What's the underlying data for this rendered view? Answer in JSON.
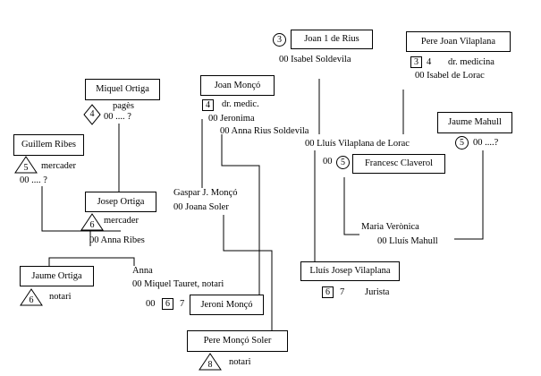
{
  "people": {
    "joan_rius": {
      "marker": "3",
      "name": "Joan 1 de Rius",
      "spouse": "00  Isabel Soldevila"
    },
    "pere_joan_vilaplana": {
      "name": "Pere Joan Vilaplana",
      "marker": "3",
      "marker_extra": "4",
      "note": "dr. medicina",
      "spouse": "00  Isabel de Lorac"
    },
    "joan_monco": {
      "name": "Joan Monçó",
      "marker": "4",
      "note": "dr. medic.",
      "spouse": "00  Jeronima",
      "second_spouse": "00  Anna Rius Soldevila"
    },
    "miquel_ortiga": {
      "name": "Miquel Ortiga",
      "marker": "4",
      "note": "pagès",
      "spouse": "00  .... ?"
    },
    "jaume_mahull": {
      "name": "Jaume Mahull",
      "marker": "5",
      "spouse": "00 ....?"
    },
    "lluis_vilaplana_lorac": {
      "name": "00  Lluís Vilaplana de Lorac"
    },
    "francesc_claverol": {
      "prefix": "00",
      "marker": "5",
      "name": "Francesc Claverol"
    },
    "guillem_ribes": {
      "name": "Guillem Ribes",
      "marker": "5",
      "note": "mercader",
      "spouse": "00  .... ?"
    },
    "josep_ortiga": {
      "name": "Josep Ortiga",
      "marker": "6",
      "note": "mercader",
      "spouse": "00  Anna Ribes"
    },
    "gaspar_monco": {
      "name": "Gaspar J.  Monçó",
      "spouse": "00  Joana Soler"
    },
    "maria_veronica": {
      "name": "Maria Verònica",
      "spouse": "00 Lluís Mahull"
    },
    "jaume_ortiga": {
      "name": "Jaume Ortiga",
      "marker": "6",
      "note": "notari"
    },
    "anna": {
      "name": "Anna",
      "spouse": "00  Miquel Tauret, notari"
    },
    "lluis_josep_vilaplana": {
      "name": "Lluís Josep Vilaplana",
      "marker": "6",
      "marker_extra": "7",
      "note": "Jurista"
    },
    "jeroni_monco": {
      "prefix": "00",
      "marker": "6",
      "marker_extra": "7",
      "name": "Jeroni Monçó"
    },
    "pere_monco_soler": {
      "name": "Pere Monçó Soler",
      "marker": "8",
      "note": "notari"
    }
  }
}
